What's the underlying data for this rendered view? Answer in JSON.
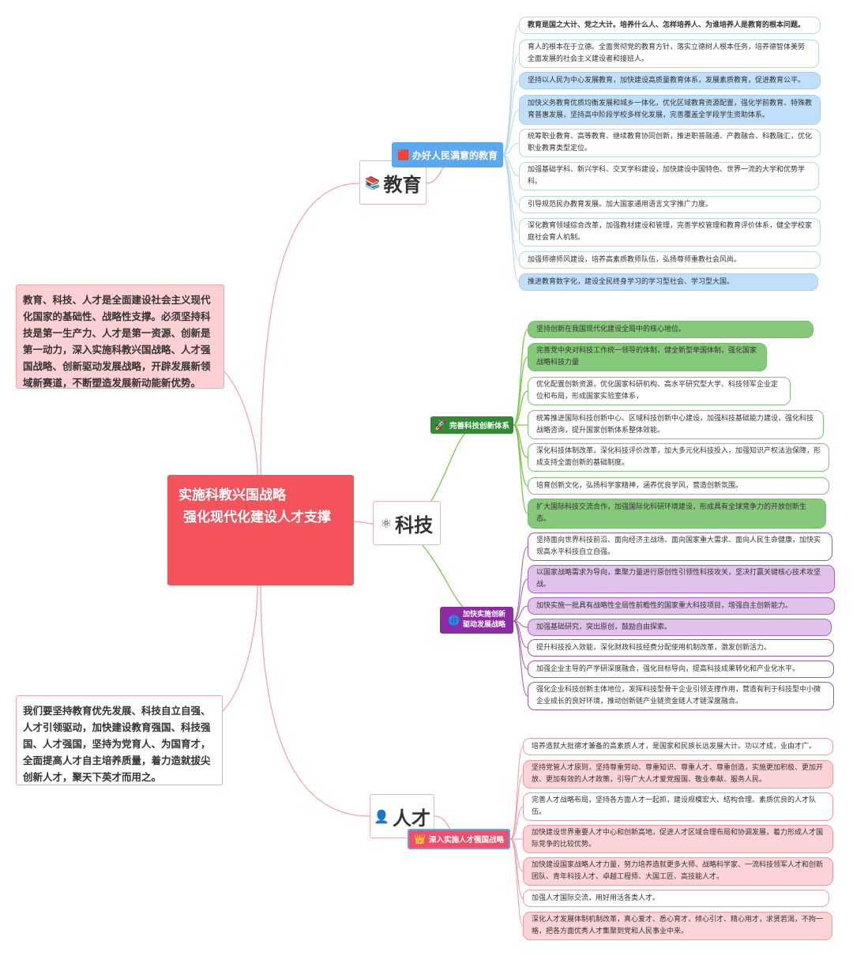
{
  "root": {
    "line1": "实施科教兴国战略",
    "line2": "强化现代化建设人才支撑"
  },
  "notes": {
    "top": "教育、科技、人才是全面建设社会主义现代化国家的基础性、战略性支撑。必须坚持科技是第一生产力、人才是第一资源、创新是第一动力，深入实施科教兴国战略、人才强国战略、创新驱动发展战略，开辟发展新领域新赛道，不断塑造发展新动能新优势。",
    "bottom": "我们要坚持教育优先发展、科技自立自强、人才引领驱动，加快建设教育强国、科技强国、人才强国，坚持为党育人、为国育才，全面提高人才自主培养质量，着力造就拔尖创新人才，聚天下英才而用之。"
  },
  "colors": {
    "root": "#f5535b",
    "education_tag": "#5aa9f0",
    "innovation_tag": "#2f8c35",
    "drive_tag": "#8e2aa6",
    "talent_tag": "#f24e6a",
    "edge_root": "#f2a7a7",
    "edge_science": "#7dc64c"
  },
  "education": {
    "title": "教育",
    "icon": "books-icon",
    "tag": "办好人民满意的教育",
    "items": [
      "教育是国之大计、党之大计。培养什么人、怎样培养人、为谁培养人是教育的根本问题。",
      "育人的根本在于立德。全面贯彻党的教育方针，落实立德树人根本任务，培养德智体美劳全面发展的社会主义建设者和接班人。",
      "坚持以人民为中心发展教育，加快建设高质量教育体系，发展素质教育，促进教育公平。",
      "加快义务教育优质均衡发展和城乡一体化，优化区域教育资源配置，强化学前教育、特殊教育普惠发展，坚持高中阶段学校多样化发展，完善覆盖全学段学生资助体系。",
      "统筹职业教育、高等教育、继续教育协同创新，推进职普融通、产教融合、科教融汇，优化职业教育类型定位。",
      "加强基础学科、新兴学科、交叉学科建设，加快建设中国特色、世界一流的大学和优势学科。",
      "引导规范民办教育发展。加大国家通用语言文字推广力度。",
      "深化教育领域综合改革，加强教材建设和管理，完善学校管理和教育评价体系，健全学校家庭社会育人机制。",
      "加强师德师风建设，培养高素质教师队伍，弘扬尊师重教社会风尚。",
      "推进教育数字化，建设全民终身学习的学习型社会、学习型大国。"
    ]
  },
  "science": {
    "title": "科技",
    "icon": "atom-icon",
    "innovation_tag": "完善科技创新体系",
    "innovation_items": [
      "坚持创新在我国现代化建设全局中的核心地位。",
      "完善党中央对科技工作统一领导的体制，健全新型举国体制，强化国家战略科技力量",
      "优化配置创新资源，优化国家科研机构、高水平研究型大学、科技领军企业定位和布局，形成国家实验室体系，",
      "统筹推进国际科技创新中心、区域科技创新中心建设，加强科技基础能力建设，强化科技战略咨询，提升国家创新体系整体效能。",
      "深化科技体制改革，深化科技评价改革，加大多元化科技投入，加强知识产权法治保障，形成支持全面创新的基础制度。",
      "培育创新文化，弘扬科学家精神，涵养优良学风，营造创新氛围。",
      "扩大国际科技交流合作，加强国际化科研环境建设，形成具有全球竞争力的开放创新生态。"
    ],
    "drive_tag_line1": "加快实施创新",
    "drive_tag_line2": "驱动发展战略",
    "drive_items": [
      "坚持面向世界科技前沿、面向经济主战场、面向国家重大需求、面向人民生命健康，加快实现高水平科技自立自强。",
      "以国家战略需求为导向，集聚力量进行原创性引领性科技攻关，坚决打赢关键核心技术攻坚战。",
      "加快实施一批具有战略性全局性前瞻性的国家重大科技项目，增强自主创新能力。",
      "加强基础研究，突出原创，鼓励自由探索。",
      "提升科技投入效能，深化财政科技经费分配使用机制改革，激发创新活力。",
      "加强企业主导的产学研深度融合，强化目标导向，提高科技成果转化和产业化水平。",
      "强化企业科技创新主体地位，发挥科技型骨干企业引领支撑作用，营造有利于科技型中小微企业成长的良好环境，推动创新链产业链资金链人才链深度融合。"
    ]
  },
  "talent": {
    "title": "人才",
    "icon": "person-icon",
    "tag": "深入实施人才强国战略",
    "items": [
      "培养造就大批德才兼备的高素质人才，是国家和民族长远发展大计。功以才成，业由才广。",
      "坚持党管人才原则，坚持尊重劳动、尊重知识、尊重人才、尊重创造，实施更加积极、更加开放、更加有效的人才政策，引导广大人才爱党报国、敬业奉献、服务人民。",
      "完善人才战略布局，坚持各方面人才一起抓，建设规模宏大、结构合理、素质优良的人才队伍。",
      "加快建设世界重要人才中心和创新高地，促进人才区域合理布局和协调发展，着力形成人才国际竞争的比较优势。",
      "加快建设国家战略人才力量，努力培养造就更多大师、战略科学家、一流科技领军人才和创新团队、青年科技人才、卓越工程师、大国工匠、高技能人才。",
      "加强人才国际交流，用好用活各类人才。",
      "深化人才发展体制机制改革，真心爱才、悉心育才、倾心引才、精心用才，求贤若渴，不拘一格，把各方面优秀人才集聚到党和人民事业中来。"
    ]
  }
}
